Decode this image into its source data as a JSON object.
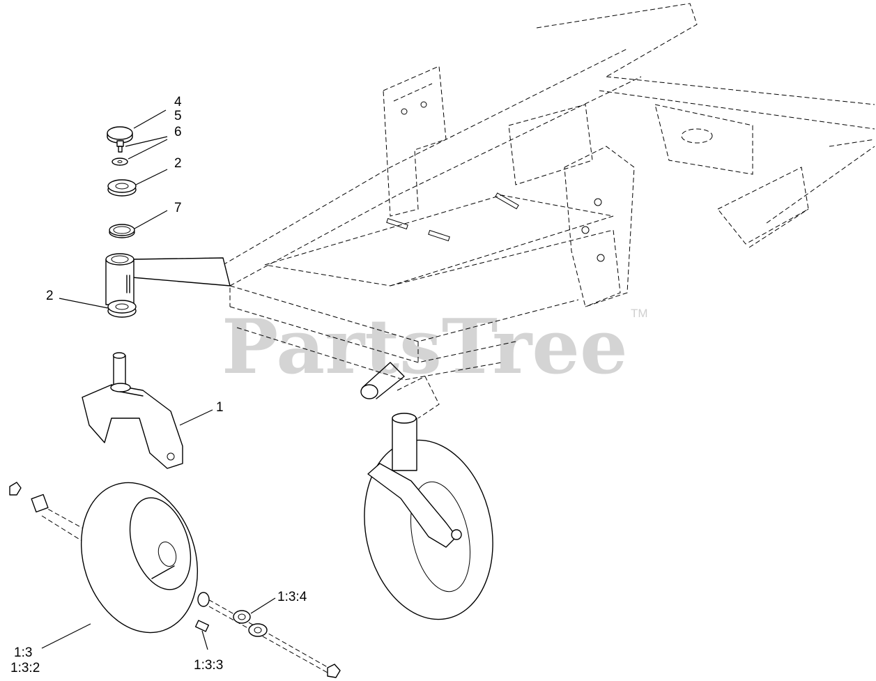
{
  "watermark": {
    "text": "PartsTree",
    "trademark": "TM"
  },
  "callouts": {
    "c4": "4",
    "c5": "5",
    "c6": "6",
    "c2a": "2",
    "c7": "7",
    "c2b": "2",
    "c1": "1",
    "c134": "1:3:4",
    "c13": "1:3",
    "c132": "1:3:2",
    "c133": "1:3:3"
  }
}
